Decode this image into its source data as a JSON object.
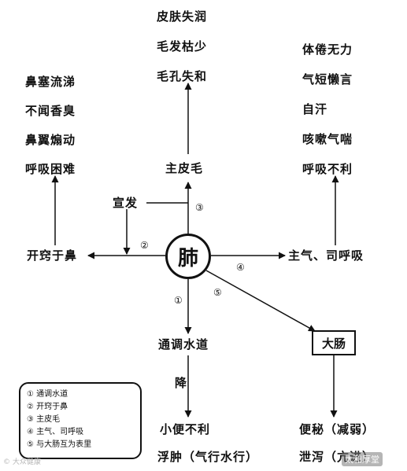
{
  "center": {
    "label": "肺"
  },
  "colon": {
    "label": "大肠"
  },
  "top_symptoms": [
    "皮肤失润",
    "毛发枯少",
    "毛孔失和"
  ],
  "left_symptoms": [
    "鼻塞流涕",
    "不闻香臭",
    "鼻翼煽动",
    "呼吸困难"
  ],
  "right_symptoms": [
    "体倦无力",
    "气短懒言",
    "自汗",
    "咳嗽气喘",
    "呼吸不利"
  ],
  "branches": {
    "skin": "主皮毛",
    "xuanfa": "宣发",
    "nose": "开窍于鼻",
    "breath": "主气、司呼吸",
    "water": "通调水道",
    "descend": "降"
  },
  "markers": {
    "m1": "①",
    "m2": "②",
    "m3": "③",
    "m4": "④",
    "m5": "⑤"
  },
  "bottom": {
    "urine": "小便不利",
    "edema": "浮肿（气行水行）",
    "constipation": "便秘（减弱）",
    "diarrhea": "泄泻（亢进）"
  },
  "legend": [
    "① 通调水道",
    "② 开窍于鼻",
    "③ 主皮毛",
    "④ 主气、司呼吸",
    "⑤ 与大肠互为表里"
  ],
  "watermarks": {
    "left": "© 大众健康",
    "right": "太和厚堂"
  }
}
